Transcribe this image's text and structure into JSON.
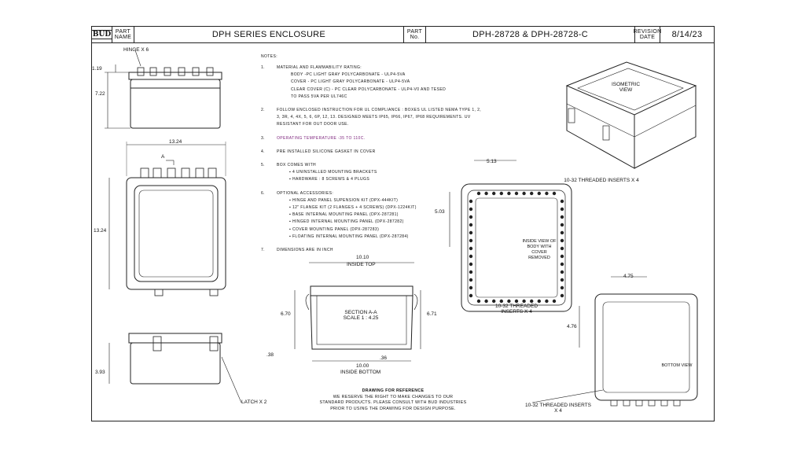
{
  "title_block": {
    "logo": "BUD",
    "part_name_label": "PART NAME",
    "part_name": "DPH SERIES ENCLOSURE",
    "part_no_label": "PART No.",
    "part_no": "DPH-28728 & DPH-28728-C",
    "revision_label": "REVISION DATE",
    "revision_date": "8/14/23"
  },
  "notes": {
    "heading": "NOTES:",
    "items": [
      {
        "num": "1.",
        "lines": [
          "MATERIAL AND FLAMMABILITY RATING:",
          "BODY -PC LIGHT GRAY POLYCARBONATE - ULP4-5VA",
          "COVER - PC LIGHT GRAY POLYCARBONATE - ULP4-5VA",
          "CLEAR COVER (C) - PC CLEAR POLYCARBONATE - ULP4-V0 AND TESED",
          "TO PASS 5VA PER UL746C"
        ]
      },
      {
        "num": "2.",
        "lines": [
          "FOLLOW ENCLOSED INSTRUCTION FOR UL COMPLIANCE : BOXES UL LISTED NEMA TYPE 1, 2,",
          "3, 3R, 4, 4X, 5, 6, 6P, 12, 13. DESIGNED MEETS IP65, IP66, IP67, IP68 REQUIREMENTS. UV",
          "RESISTANT FOR OUT DOOR USE."
        ]
      },
      {
        "num": "3.",
        "lines": [
          "OPERATING TEMPERATURE -35 TO 110C."
        ],
        "color": "#7a1f7a"
      },
      {
        "num": "4.",
        "lines": [
          "PRE INSTALLED SILICONE GASKET IN COVER"
        ]
      },
      {
        "num": "5.",
        "lines": [
          "BOX COMES WITH",
          "4 UNINSTALLED MOUNTING BRACKETS",
          "HARDWARE : 8 SCREWS & 4 PLUGS"
        ]
      },
      {
        "num": "6.",
        "lines": [
          "OPTIONAL ACCESSORIES:",
          "HINGE AND PANEL SUPENSION KIT (DPX-444KIT)",
          "12\" FLANGE KIT (2 FLANGES + 4 SCREWS) (DPX-1224KIT)",
          "BASE INTERNAL MOUNTING PANEL (DPX-287281)",
          "HINGED INTERNAL MOUNTING PANEL (DPX-287282)",
          "COVER MOUNTING PANEL (DPX-287283)",
          "FLOATING INTERNAL MOUNTING PANEL (DPX-287284)"
        ]
      },
      {
        "num": "7.",
        "lines": [
          "DIMENSIONS ARE IN INCH"
        ]
      }
    ]
  },
  "views": {
    "side": {
      "hinge": "HINGE X 6",
      "d1": "1.19",
      "d2": "7.22"
    },
    "top": {
      "width": "13.24",
      "height": "13.24",
      "section": "A"
    },
    "front": {
      "height": "3.93",
      "latch": "LATCH X 2"
    },
    "section": {
      "top_width": "10.10",
      "top_label": "INSIDE TOP",
      "title": "SECTION A-A",
      "scale": "SCALE 1 : 4.25",
      "h_left": "6.70",
      "h_right": "6.71",
      "bottom_width": "10.00",
      "bottom_label": "INSIDE BOTTOM",
      "wall": ".38",
      "base": ".36"
    },
    "inside": {
      "w": "5.13",
      "h": "5.03",
      "insert_top": "10-32 THREADED INSERTS X 4",
      "label": "INSIDE VIEW OF BODY WITH COVER REMOVED",
      "insert_bottom": "10-32 THREADED INSERTS X 4"
    },
    "iso": {
      "label": "ISOMETRIC VIEW"
    },
    "bottom": {
      "w": "4.75",
      "h": "4.76",
      "label": "BOTTOM VIEW",
      "insert": "10-32 THREADED INSERTS X 4"
    }
  },
  "footer": {
    "title": "DRAWING FOR REFERENCE",
    "lines": [
      "WE RESERVE THE RIGHT TO MAKE CHANGES TO OUR",
      "STANDARD PRODUCTS. PLEASE CONSULT WITH BUD INDUSTRIES",
      "PRIOR TO USING THE DRAWING FOR DESIGN PURPOSE."
    ]
  }
}
